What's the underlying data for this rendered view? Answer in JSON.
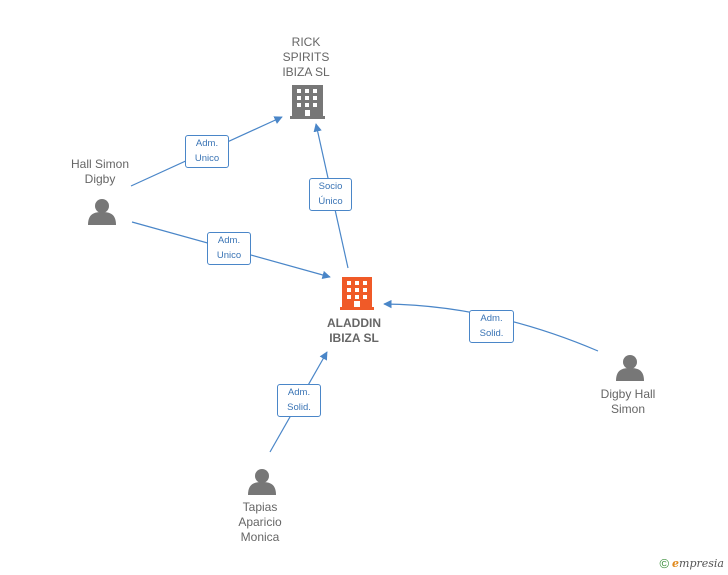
{
  "colors": {
    "edge": "#4a86c8",
    "person_icon": "#777777",
    "company_icon": "#777777",
    "main_company_icon": "#f05a28"
  },
  "nodes": {
    "rick": {
      "label": "RICK\nSPIRITS\nIBIZA  SL",
      "icon": "building-icon"
    },
    "aladdin": {
      "label": "ALADDIN\nIBIZA  SL",
      "icon": "building-icon"
    },
    "hall": {
      "label": "Hall Simon\nDigby",
      "icon": "person-icon"
    },
    "digby": {
      "label": "Digby Hall\nSimon",
      "icon": "person-icon"
    },
    "tapias": {
      "label": "Tapias\nAparicio\nMonica",
      "icon": "person-icon"
    }
  },
  "edges": {
    "hall_rick": "Adm.\nUnico",
    "hall_aladdin": "Adm.\nUnico",
    "aladdin_rick": "Socio\nÚnico",
    "digby_aladdin": "Adm.\nSolid.",
    "tapias_aladdin": "Adm.\nSolid."
  },
  "footer": {
    "copyright": "©",
    "brand_e": "e",
    "brand_rest": "mpresia"
  }
}
